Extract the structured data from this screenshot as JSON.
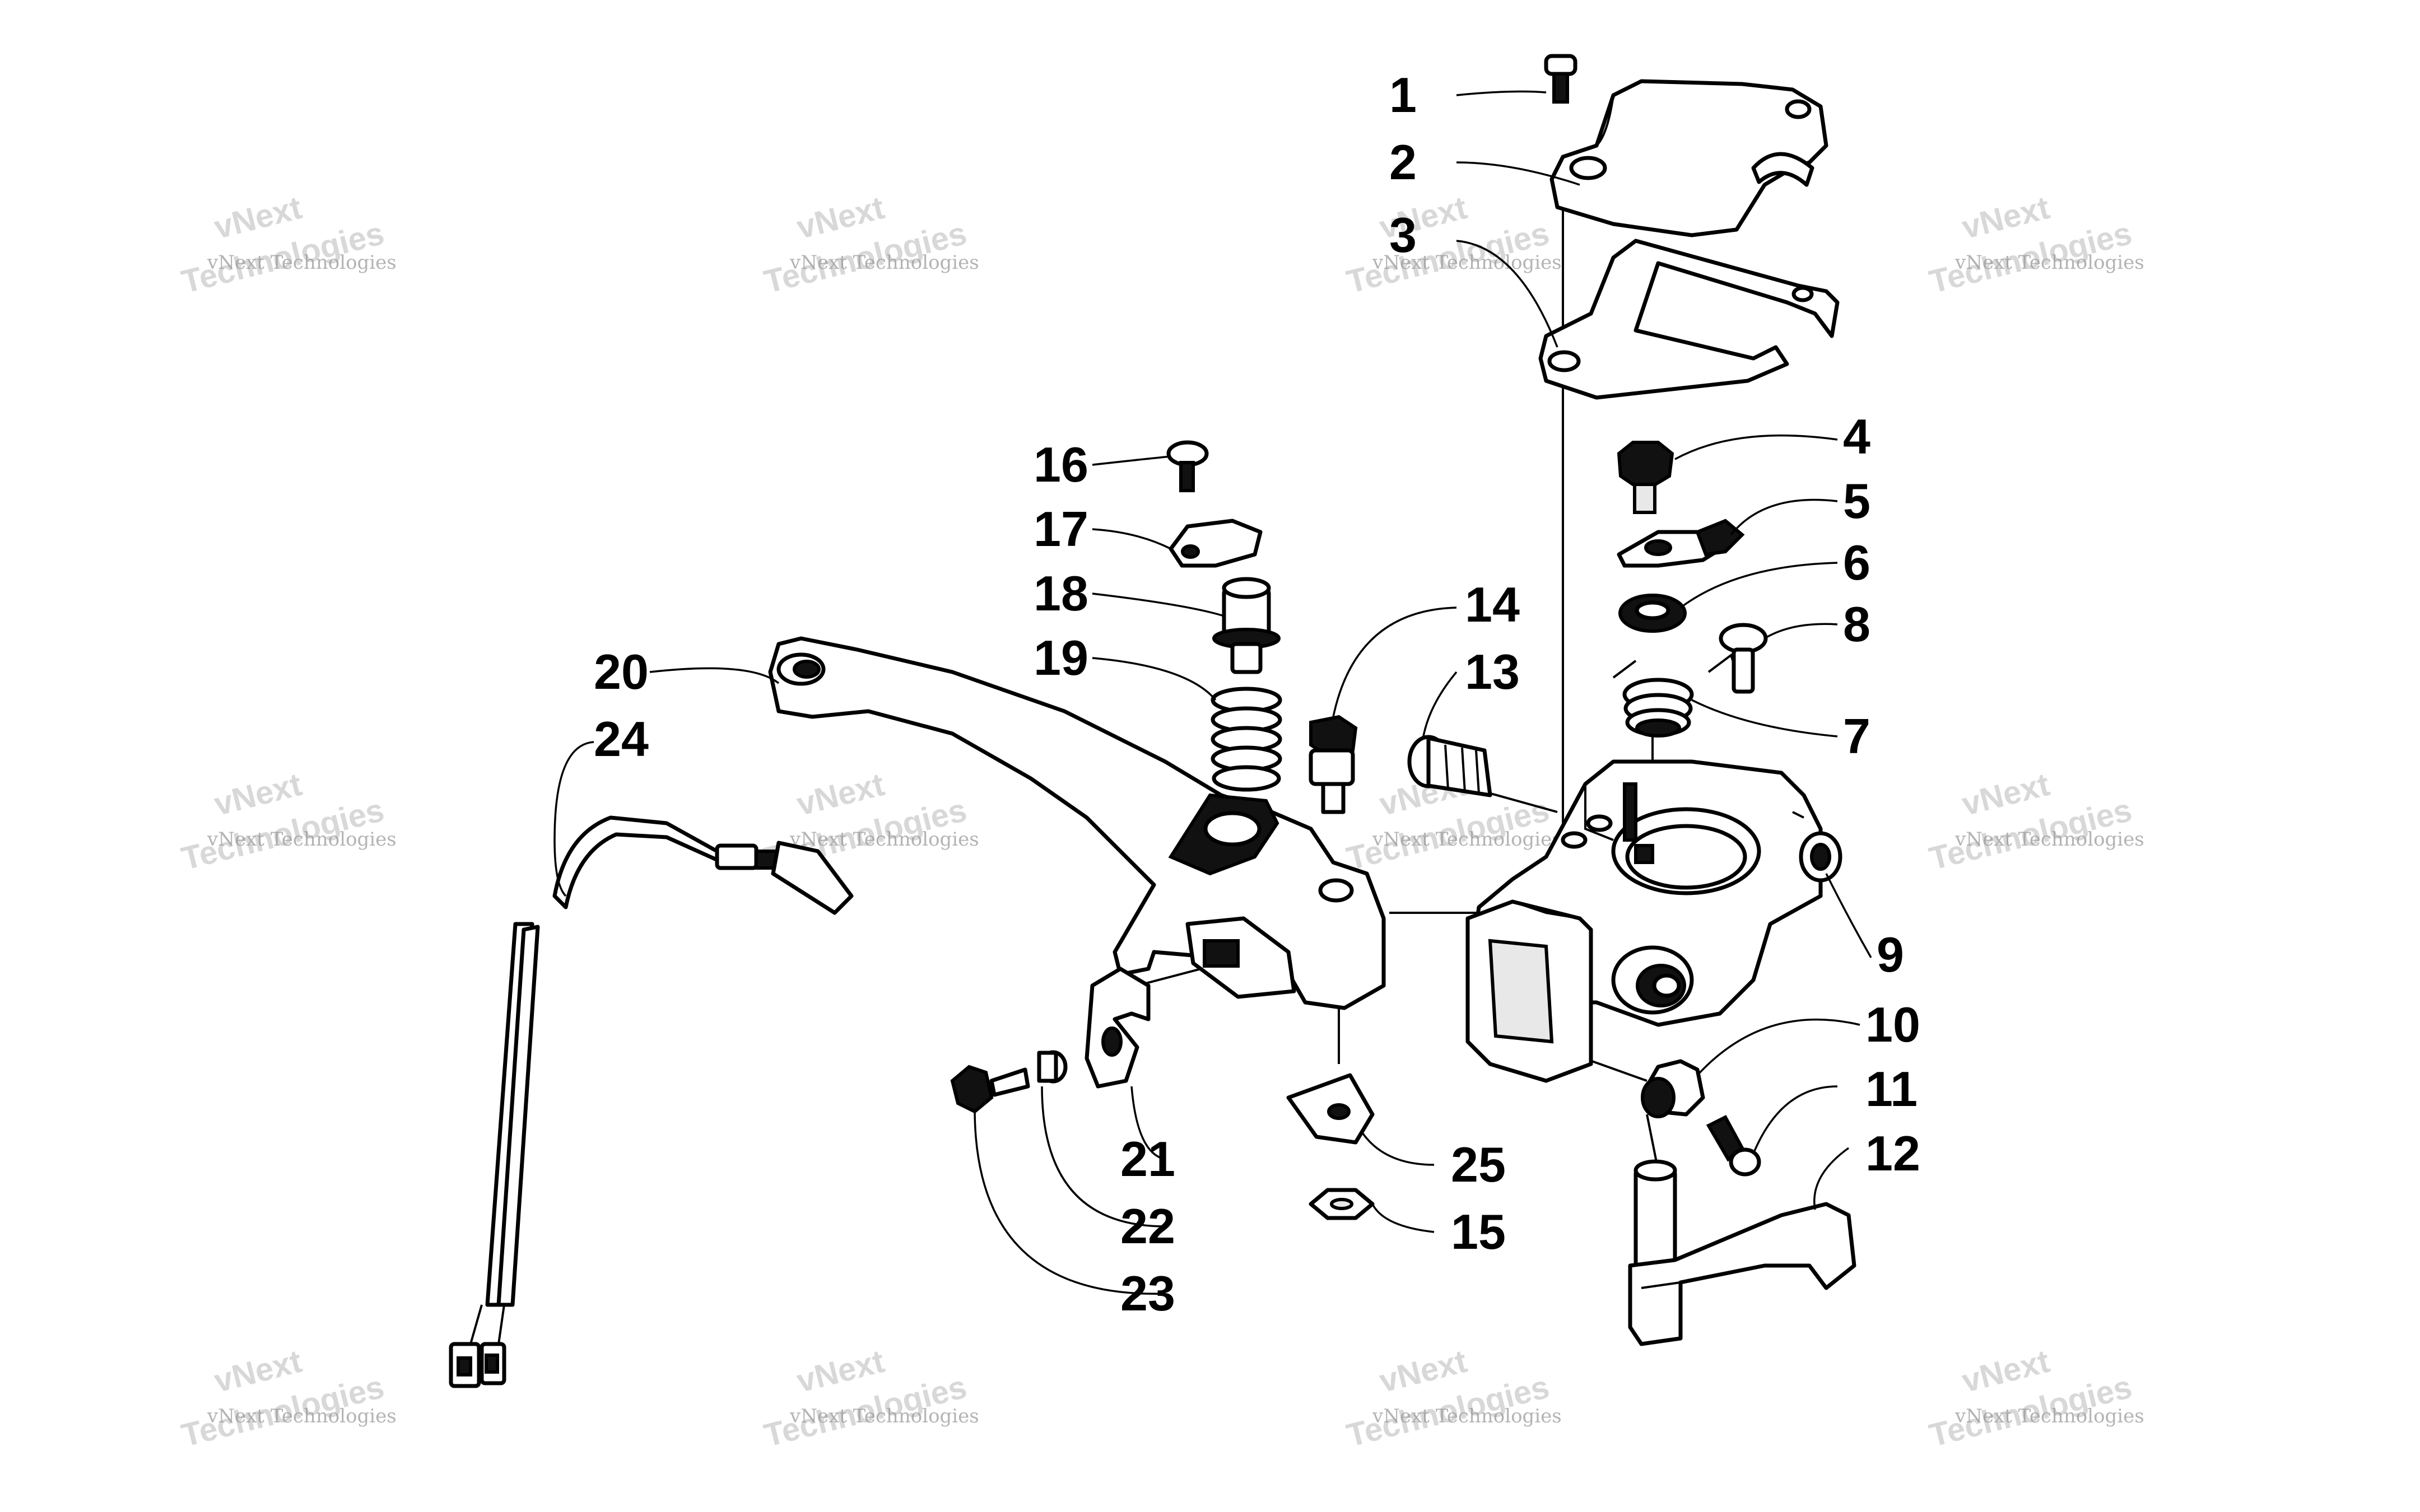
{
  "watermark": {
    "line_small": "vNext Technologies",
    "line_large_a": "vNext",
    "line_large_b": "Technologies"
  },
  "callouts": [
    "1",
    "2",
    "3",
    "4",
    "5",
    "6",
    "7",
    "8",
    "9",
    "10",
    "11",
    "12",
    "13",
    "14",
    "15",
    "16",
    "17",
    "18",
    "19",
    "20",
    "21",
    "22",
    "23",
    "24",
    "25"
  ]
}
